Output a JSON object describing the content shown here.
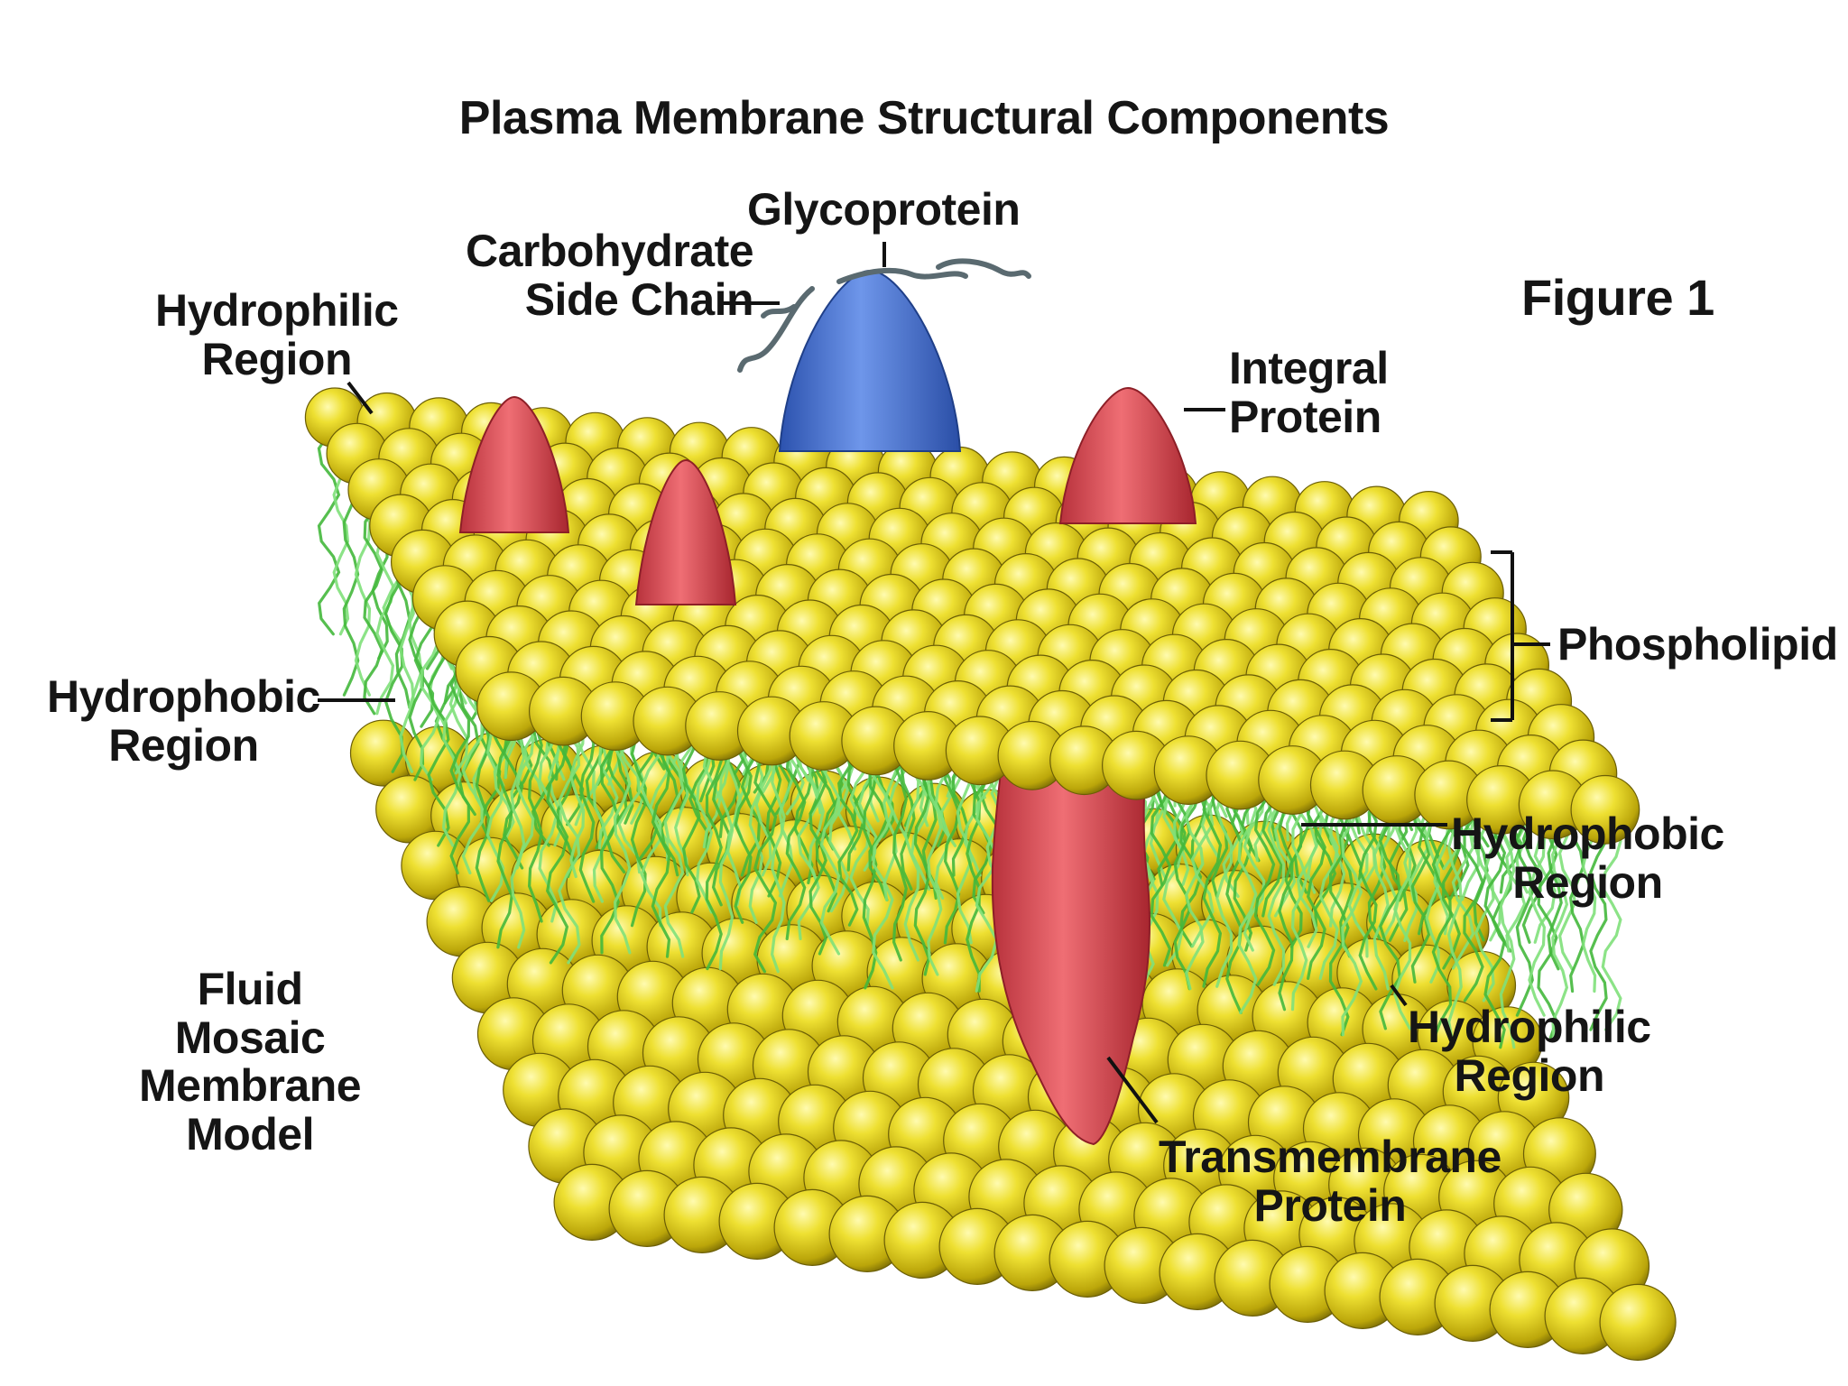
{
  "title": "Plasma Membrane Structural Components",
  "figure_label": "Figure 1",
  "labels": {
    "glycoprotein": "Glycoprotein",
    "carbohydrate_side_chain": [
      "Carbohydrate",
      "Side Chain"
    ],
    "hydrophilic_region_top": [
      "Hydrophilic",
      "Region"
    ],
    "integral_protein": [
      "Integral",
      "Protein"
    ],
    "phospholipid": "Phospholipid",
    "hydrophobic_region_left": [
      "Hydrophobic",
      "Region"
    ],
    "hydrophobic_region_right": [
      "Hydrophobic",
      "Region"
    ],
    "hydrophilic_region_bottom": [
      "Hydrophilic",
      "Region"
    ],
    "fluid_mosaic_model": [
      "Fluid",
      "Mosaic",
      "Membrane",
      "Model"
    ],
    "transmembrane_protein": [
      "Transmembrane",
      "Protein"
    ]
  },
  "colors": {
    "phospholipid_head": "#e6d21a",
    "lipid_tail": "#44b83c",
    "integral_protein": "#e0545c",
    "glycoprotein": "#4a78d8",
    "carbohydrate": "#5a6a70"
  }
}
